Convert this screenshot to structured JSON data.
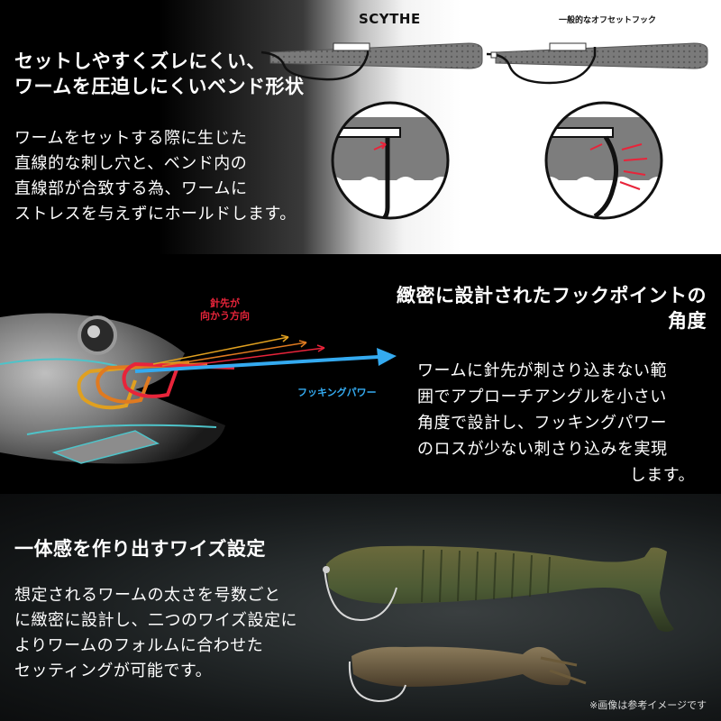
{
  "section1": {
    "heading": "セットしやすくズレにくい、\nワームを圧迫しにくいベンド形状",
    "body": "ワームをセットする際に生じた\n直線的な刺し穴と、ベンド内の\n直線部が合致する為、ワームに\nストレスを与えずにホールドします。",
    "label_scythe": "SCYTHE",
    "label_general": "一般的なオフセットフック"
  },
  "section2": {
    "heading": "緻密に設計されたフックポイントの\n角度",
    "body_lines": [
      "ワームに針先が刺さり込まない範",
      "囲でアプローチアングルを小さい",
      "角度で設計し、フッキングパワー",
      "のロスが少ない刺さり込みを実現",
      "します。"
    ],
    "tip_label": "針先が\n向かう方向",
    "power_label": "フッキングパワー"
  },
  "section3": {
    "heading": "一体感を作り出すワイズ設定",
    "body": "想定されるワームの太さを号数ごと\nに緻密に設計し、二つのワイズ設定に\nよりワームのフォルムに合わせた\nセッティングが可能です。",
    "disclaimer": "※画像は参考イメージです"
  },
  "colors": {
    "accent_red": "#e8243a",
    "accent_blue": "#34aaf0",
    "gold": "#e0a020",
    "orange": "#e07a20"
  }
}
